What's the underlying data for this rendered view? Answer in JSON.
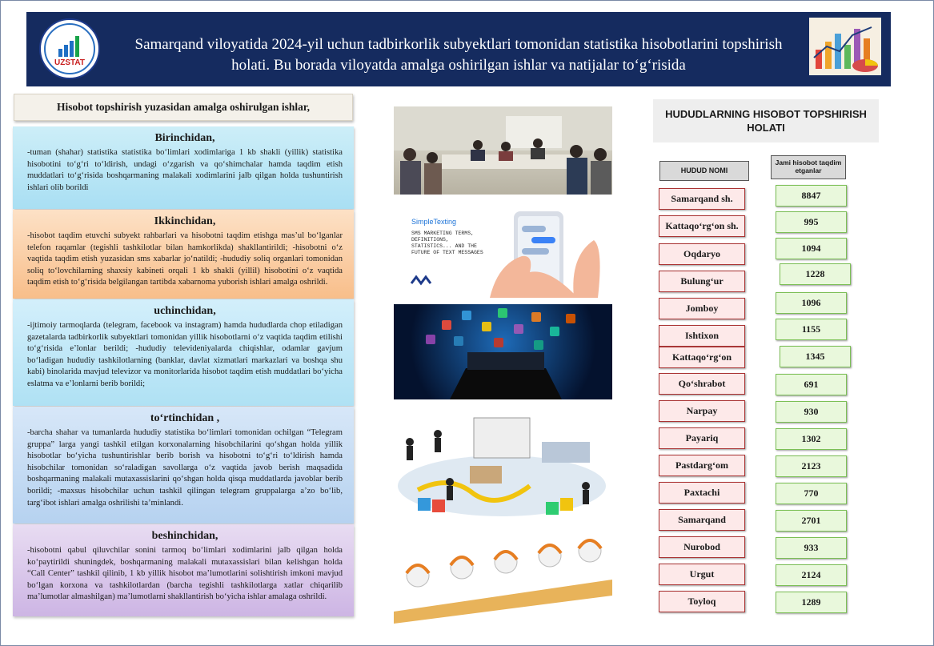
{
  "header": {
    "logo_text": "UZSTAT",
    "title": "Samarqand  viloyatida 2024-yil uchun tadbirkorlik subyektlari tomonidan statistika hisobotlarini topshirish holati. Bu borada viloyatda amalga oshirilgan ishlar va natijalar to‘g‘risida"
  },
  "left": {
    "subtitle": "Hisobot topshirish yuzasidan amalga oshirulgan ishlar,",
    "cards": [
      {
        "heading": "Birinchidan,",
        "text": "-tuman (shahar) statistika statistika bo‘limlari xodimlariga 1 kb shakli (yillik) statistika hisobotini to‘g‘ri to‘ldirish, undagi o‘zgarish va qo‘shimchalar hamda taqdim etish muddatlari to‘g‘risida boshqarmaning malakali xodimlarini jalb qilgan holda tushuntirish ishlari olib borildi"
      },
      {
        "heading": "Ikkinchidan,",
        "text": "-hisobot taqdim etuvchi subyekt rahbarlari va hisobotni taqdim etishga mas’ul bo‘lganlar telefon raqamlar (tegishli tashkilotlar bilan hamkorlikda) shakllantirildi; -hisobotni o‘z vaqtida taqdim etish yuzasidan sms xabarlar jo‘natildi; -hududiy soliq organlari tomonidan soliq to‘lovchilarning shaxsiy kabineti orqali 1 kb shakli (yillil) hisobotini o‘z vaqtida taqdim etish to‘g‘risida belgilangan tartibda xabarnoma yuborish ishlari amalga  oshrildi."
      },
      {
        "heading": "uchinchidan,",
        "text": "-ijtimoiy tarmoqlarda (telegram, facebook va instagram) hamda hududlarda chop etiladigan gazetalarda tadbirkorlik subyektlari tomonidan yillik hisobotlarni o‘z vaqtida taqdim etilishi to‘g‘risida e’lonlar berildi; -hududiy televideniyalarda chiqishlar, odamlar gavjum bo‘ladigan hududiy tashkilotlarning (banklar, davlat xizmatlari markazlari va boshqa shu kabi) binolarida mavjud televizor va monitorlarida hisobot taqdim etish muddatlari bo‘yicha eslatma va e’lonlarni berib borildi;"
      },
      {
        "heading": "to‘rtinchidan  ,",
        "text": "-barcha shahar va tumanlarda hududiy statistika bo‘limlari tomonidan ochilgan “Telegram gruppa” larga yangi tashkil etilgan korxonalarning hisobchilarini qo‘shgan holda yillik hisobotlar bo‘yicha tushuntirishlar berib borish va hisobotni to‘g‘ri to‘ldirish hamda hisobchilar tomonidan so‘raladigan savollarga o‘z vaqtida javob berish maqsadida boshqarmaning malakali mutaxassislarini qo‘shgan holda qisqa muddatlarda javoblar berib borildi; -maxsus hisobchilar uchun tashkil qilingan telegram gruppalarga a’zo bo‘lib, targ‘ibot ishlari amalga oshrilishi ta’minlandi."
      },
      {
        "heading": "beshinchidan,",
        "text": "-hisobotni qabul qiluvchilar sonini tarmoq bo‘limlari xodimlarini jalb qilgan holda ko‘paytirildi shuningdek, boshqarmaning malakali mutaxassislari bilan kelishgan holda “Call Center” tashkil qilinib, 1 kb yillik hisobot ma’lumotlarini solishtirish imkoni mavjud bo‘lgan korxona va tashkilotlardan (barcha tegishli tashkilotlarga xatlar chiqarilib ma’lumotlar almashilgan) ma’lumotlarni shakllantirish bo‘yicha ishlar amalaga  oshrildi."
      }
    ]
  },
  "images": {
    "sms_brand": "SimpleTexting",
    "sms_text": "SMS MARKETING TERMS, DEFINITIONS, STATISTICS... AND THE FUTURE OF TEXT MESSAGES"
  },
  "right": {
    "title": "HUDUDLARNING HISOBOT TOPSHIRISH HOLATI",
    "col_name": "HUDUD NOMI",
    "col_total": "Jami hisobot taqdim etganlar",
    "rows": [
      {
        "name": "Samarqand sh.",
        "value": "8847"
      },
      {
        "name": "Kattaqo‘rg‘on sh.",
        "value": "995"
      },
      {
        "name": "Oqdaryo",
        "value": "1094"
      },
      {
        "name": "Bulung‘ur",
        "value": "1228"
      },
      {
        "name": "Jomboy",
        "value": "1096"
      },
      {
        "name": "Ishtixon",
        "value": "1155"
      },
      {
        "name": "Kattaqo‘rg‘on",
        "value": "1345"
      },
      {
        "name": "Qo‘shrabot",
        "value": "691"
      },
      {
        "name": "Narpay",
        "value": "930"
      },
      {
        "name": "Payariq",
        "value": "1302"
      },
      {
        "name": "Pastdarg‘om",
        "value": "2123"
      },
      {
        "name": "Paxtachi",
        "value": "770"
      },
      {
        "name": "Samarqand",
        "value": "2701"
      },
      {
        "name": "Nurobod",
        "value": "933"
      },
      {
        "name": "Urgut",
        "value": "2124"
      },
      {
        "name": "Toyloq",
        "value": "1289"
      }
    ]
  }
}
